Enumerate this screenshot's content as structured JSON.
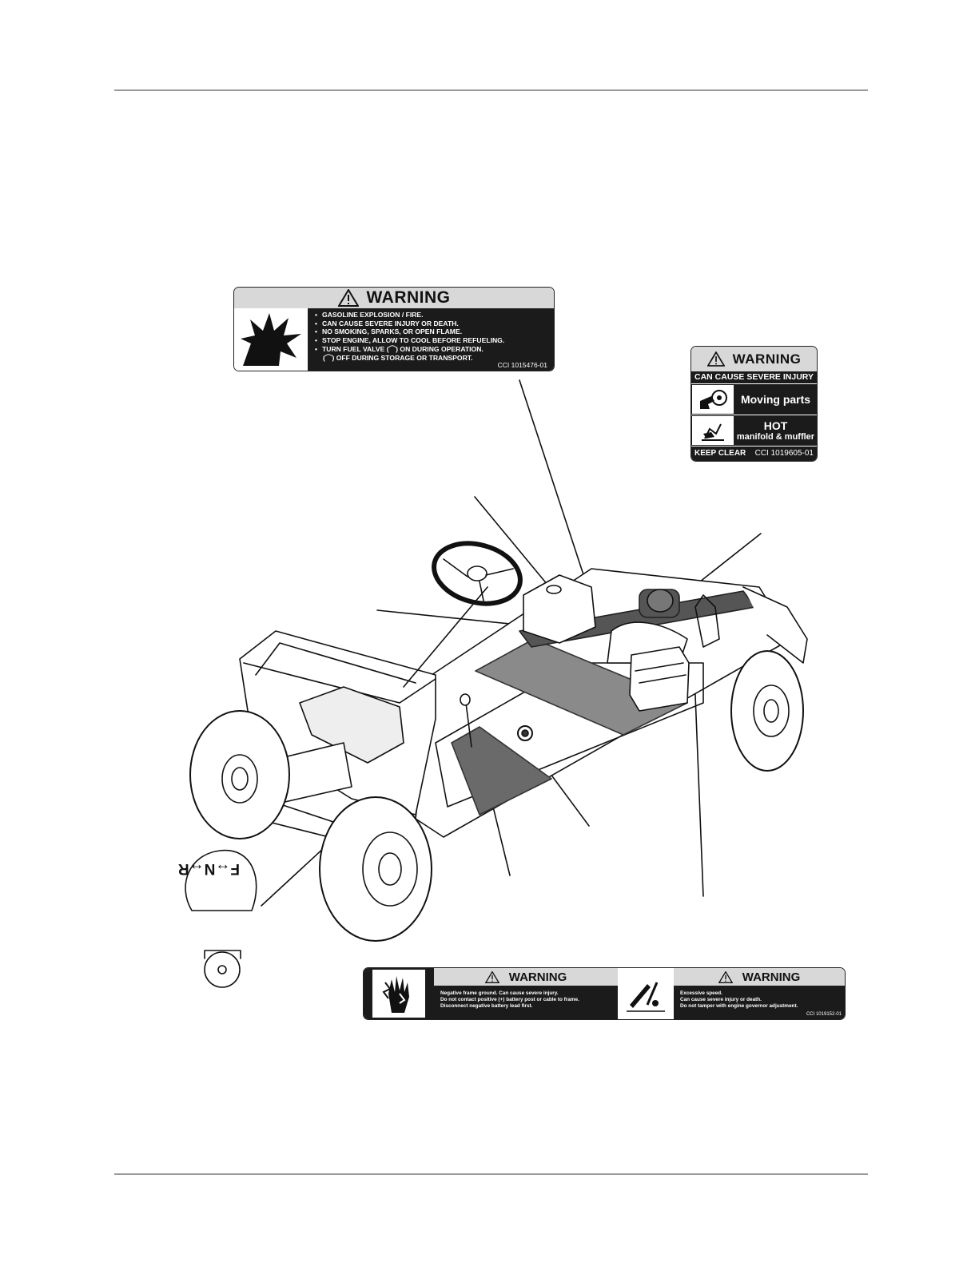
{
  "fuel_label": {
    "header": "WARNING",
    "lines": [
      "GASOLINE EXPLOSION / FIRE.",
      "CAN CAUSE SEVERE INJURY OR DEATH.",
      "NO SMOKING, SPARKS, OR OPEN FLAME.",
      "STOP ENGINE, ALLOW TO COOL BEFORE REFUELING.",
      "TURN FUEL VALVE (⌒) ON DURING OPERATION.",
      "(⌒) OFF DURING STORAGE OR TRANSPORT."
    ],
    "code": "CCI 1015476-01"
  },
  "moving_label": {
    "header": "WARNING",
    "subheader": "CAN CAUSE SEVERE INJURY",
    "row1": "Moving parts",
    "row2_title": "HOT",
    "row2_sub": "manifold & muffler",
    "keep_clear": "KEEP CLEAR",
    "code": "CCI 1019605-01"
  },
  "shift_knob": {
    "text": "F↔N↔R"
  },
  "bottom_label": {
    "left_header": "WARNING",
    "left_lines": [
      "Negative frame ground.  Can cause severe injury.",
      "Do not contact positive (+) battery post or cable to frame.",
      "Disconnect negative battery lead first."
    ],
    "right_header": "WARNING",
    "right_lines": [
      "Excessive speed.",
      "Can cause severe injury or death.",
      "Do not tamper with engine governor adjustment."
    ],
    "code": "CCI 1019152-01"
  }
}
